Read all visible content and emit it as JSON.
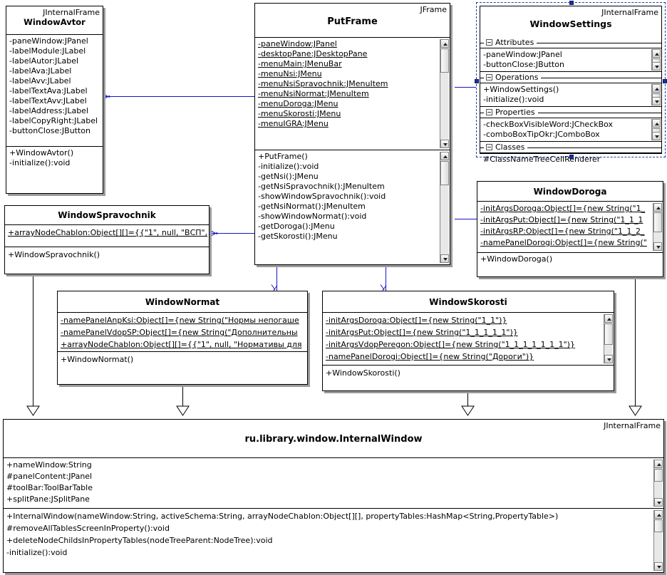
{
  "diagram": {
    "title": "UML class diagram",
    "accent_color": "#1515c8",
    "selection_color": "#16339a"
  },
  "classes": {
    "window_avtor": {
      "stereotype": "JInternalFrame",
      "name": "WindowAvtor",
      "attributes": [
        "-paneWindow:JPanel",
        "-labelModule:JLabel",
        "-labelAutor:JLabel",
        "-labelAva:JLabel",
        "-labelAvv:JLabel",
        "-labelTextAva:JLabel",
        "-labelTextAvv:JLabel",
        "-labelAddress:JLabel",
        "-labelCopyRight:JLabel",
        "-buttonClose:JButton"
      ],
      "operations": [
        "+WindowAvtor()",
        "-initialize():void"
      ]
    },
    "put_frame": {
      "stereotype": "JFrame",
      "name": "PutFrame",
      "attributes": [
        "-paneWindow:JPanel",
        "-desktopPane:JDesktopPane",
        "-menuMain:JMenuBar",
        "-menuNsi:JMenu",
        "-menuNsiSpravochnik:JMenuItem",
        "-menuNsiNormat:JMenuItem",
        "-menuDoroga:JMenu",
        "-menuSkorosti:JMenu",
        "-menuIGRA:JMenu"
      ],
      "operations": [
        "+PutFrame()",
        "-initialize():void",
        "-getNsi():JMenu",
        "-getNsiSpravochnik():JMenuItem",
        "-showWindowSpravochnik():void",
        "-getNsiNormat():JMenuItem",
        "-showWindowNormat():void",
        "-getDoroga():JMenu",
        "-getSkorosti():JMenu"
      ]
    },
    "window_settings": {
      "stereotype": "JInternalFrame",
      "name": "WindowSettings",
      "selected": true,
      "groups": [
        {
          "label": "Attributes",
          "items": [
            "-paneWindow:JPanel",
            "-buttonClose:JButton"
          ]
        },
        {
          "label": "Operations",
          "items": [
            "+WindowSettings()",
            "-initialize():void"
          ]
        },
        {
          "label": "Properties",
          "items": [
            "-checkBoxVisibleWord:JCheckBox",
            "-comboBoxTipOkr:JComboBox"
          ]
        },
        {
          "label": "Classes",
          "items": [
            "#ClassNameTreeCellRenderer"
          ]
        }
      ]
    },
    "window_doroga": {
      "stereotype": "",
      "name": "WindowDoroga",
      "attributes": [
        "-initArgsDoroga:Object[]={new String(\"1_",
        "-initArgsPut:Object[]={new String(\"1_1_1",
        "-initArgsRP:Object[]={new String(\"1_1_2_",
        "-namePanelDorogi:Object[]={new String(\""
      ],
      "operations": [
        "+WindowDoroga()"
      ]
    },
    "window_spravochnik": {
      "stereotype": "",
      "name": "WindowSpravochnik",
      "attributes": [
        "+arrayNodeChablon:Object[][]={{\"1\", null, \"ВСП\","
      ],
      "operations": [
        "+WindowSpravochnik()"
      ]
    },
    "window_normat": {
      "stereotype": "",
      "name": "WindowNormat",
      "attributes": [
        "-namePanelAnpKsi:Object[]={new String(\"Нормы непогаше",
        "-namePanelVdopSP:Object[]={new String(\"Дополнительны",
        "+arrayNodeChablon:Object[][]={{\"1\", null, \"Нормативы для"
      ],
      "operations": [
        "+WindowNormat()"
      ]
    },
    "window_skorosti": {
      "stereotype": "",
      "name": "WindowSkorosti",
      "attributes": [
        "-initArgsDoroga:Object[]={new String(\"1_1\")}",
        "-initArgsPut:Object[]={new String(\"1_1_1_1_1\")}",
        "-initArgsVdopPeregon:Object[]={new String(\"1_1_1_1_1_1_1\")}",
        "-namePanelDorogi:Object[]={new String(\"Дороги\")}"
      ],
      "operations": [
        "+WindowSkorosti()"
      ]
    },
    "internal_window": {
      "stereotype": "JInternalFrame",
      "name": "ru.library.window.InternalWindow",
      "attributes": [
        "+nameWindow:String",
        "#panelContent:JPanel",
        "#toolBar:ToolBarTable",
        "+splitPane:JSplitPane"
      ],
      "operations": [
        "+InternalWindow(nameWindow:String, activeSchema:String, arrayNodeChablon:Object[][], propertyTables:HashMap<String,PropertyTable>)",
        "#removeAllTablesScreenInProperty():void",
        "+deleteNodeChildsInPropertyTables(nodeTreeParent:NodeTree):void",
        "-initialize():void"
      ]
    }
  }
}
